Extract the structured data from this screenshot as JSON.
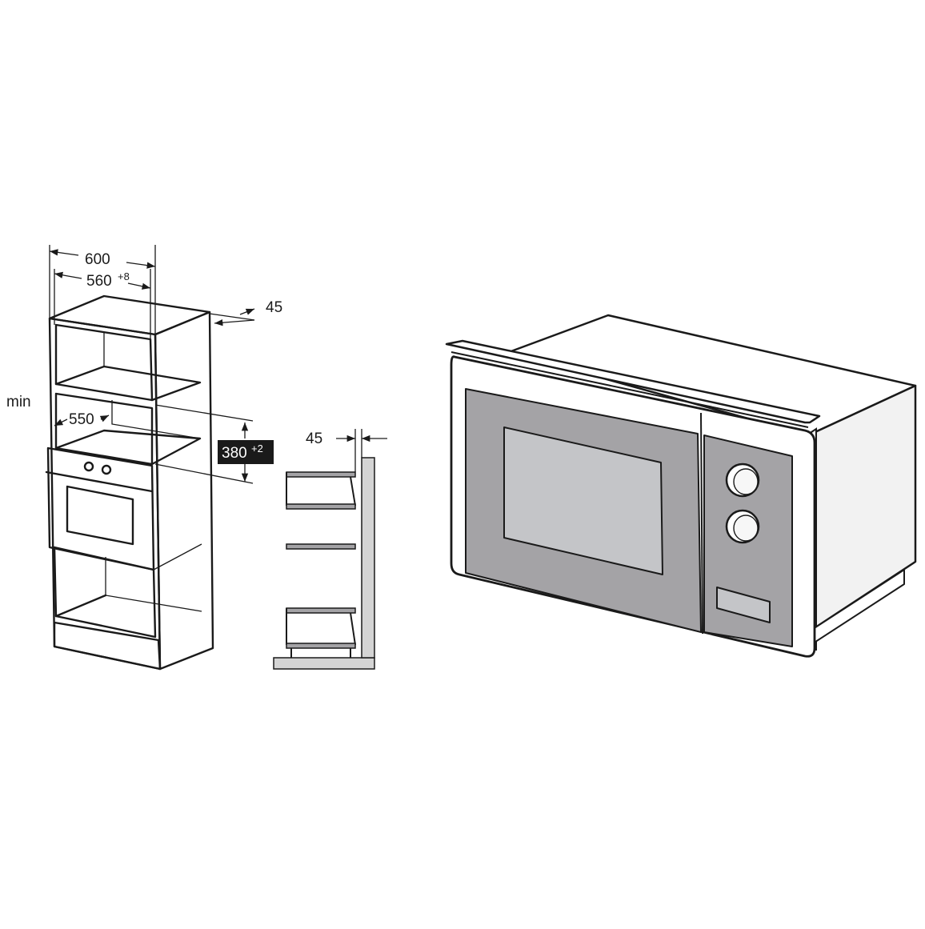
{
  "dimensions": {
    "cabinet_width": "600",
    "niche_width": "560",
    "niche_width_tolerance": "+8",
    "side_depth": "45",
    "min_label": "min",
    "niche_depth": "550",
    "niche_height": "380",
    "niche_height_tolerance": "+2",
    "section_offset": "45"
  },
  "colors": {
    "line": "#1a1a1a",
    "door_panel": "#a4a3a6",
    "window": "#c4c5c8",
    "body_side": "#f2f2f2",
    "frame": "#ffffff",
    "section_wall": "#d4d4d4",
    "badge": "#1a1a1a"
  }
}
